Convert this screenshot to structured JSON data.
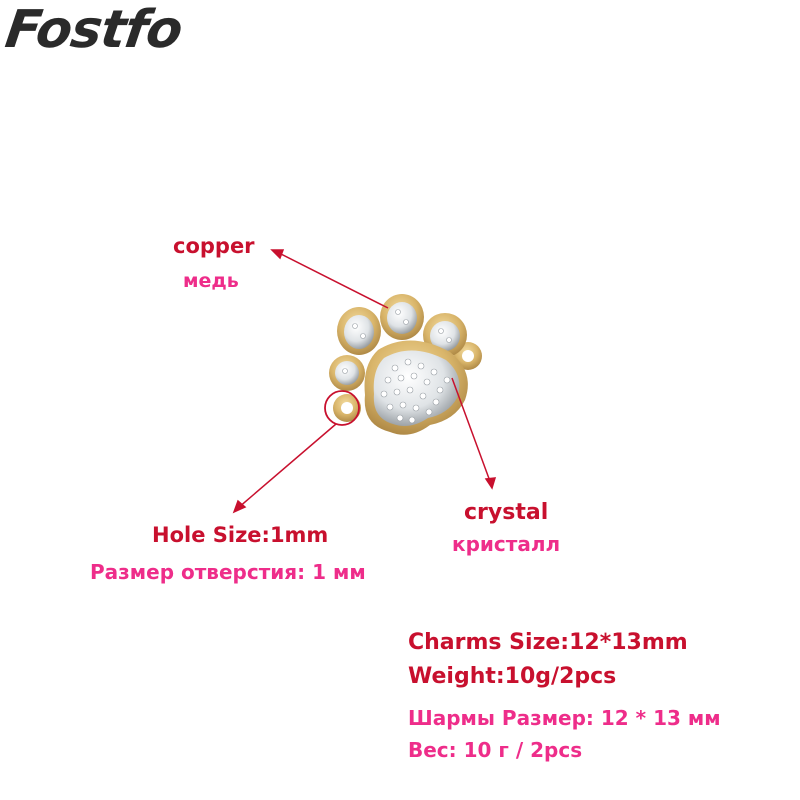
{
  "brand": {
    "name": "Fostfo",
    "color": "#2a2a2a"
  },
  "labels": {
    "copper_en": "copper",
    "copper_ru": "медь",
    "crystal_en": "crystal",
    "crystal_ru": "кристалл",
    "hole_en": "Hole Size:1mm",
    "hole_ru": "Размер отверстия: 1 мм"
  },
  "specs": {
    "size_en": "Charms Size:12*13mm",
    "weight_en": "Weight:10g/2pcs",
    "size_ru": "Шармы Размер: 12 * 13 мм",
    "weight_ru": "Вес: 10 г / 2pcs"
  },
  "colors": {
    "label_red": "#c8102e",
    "label_pink": "#ee2d8a",
    "arrow": "#c8102e",
    "gold": "#d9b56a"
  },
  "image": {
    "subject": "gold-paw-charm-with-crystals"
  }
}
